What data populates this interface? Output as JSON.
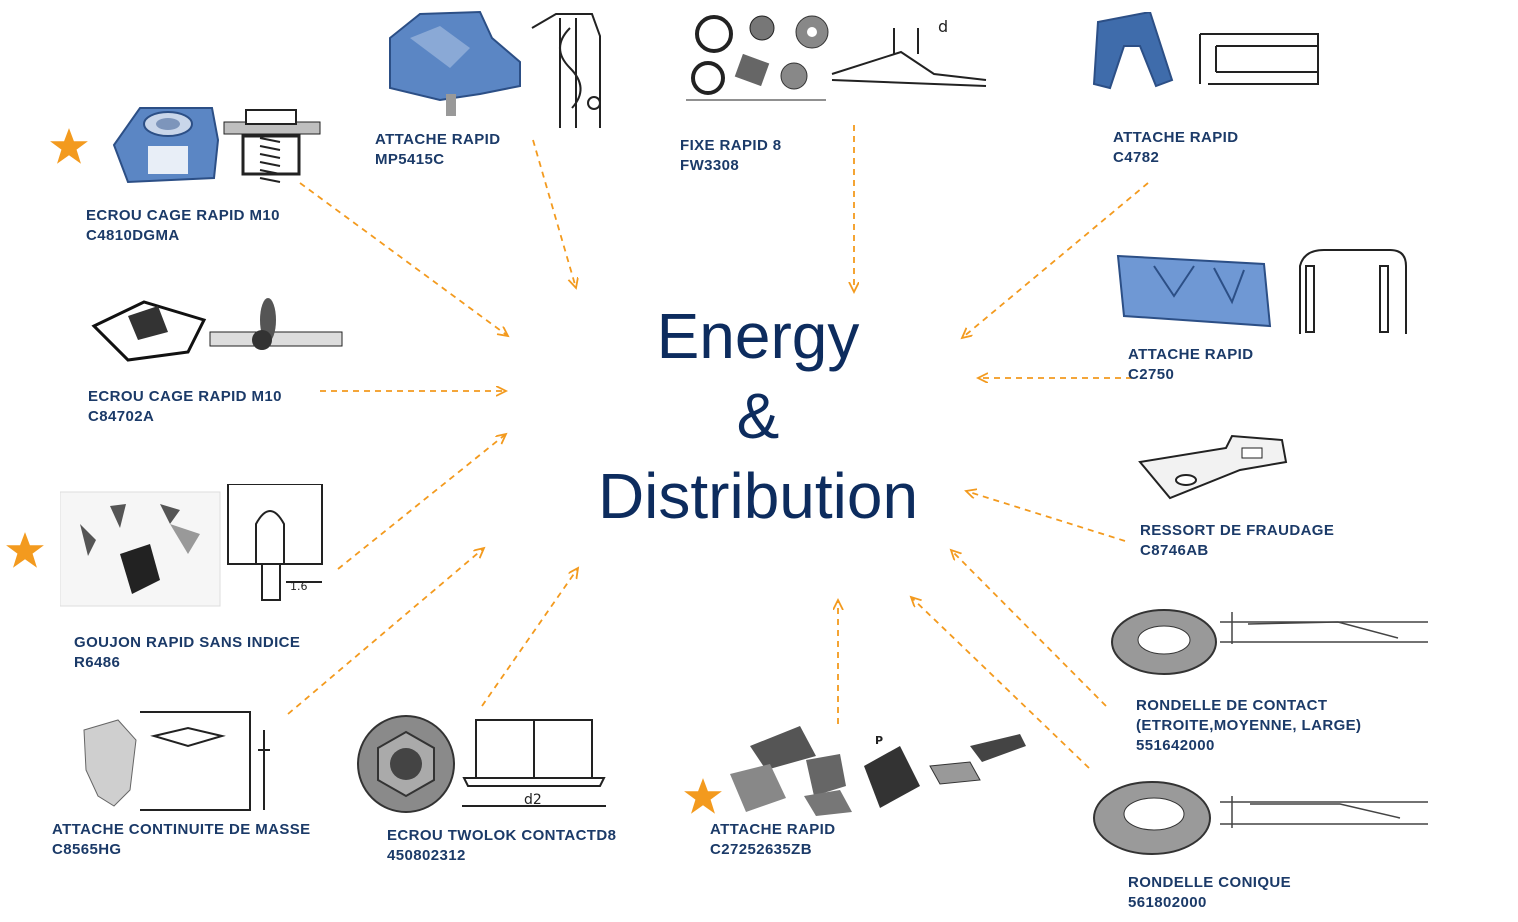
{
  "title": {
    "line1": "Energy",
    "line2": "&",
    "line3": "Distribution"
  },
  "colors": {
    "title": "#0d2c5e",
    "label": "#1b3a68",
    "arrow": "#f39a1e",
    "star": "#f39a1e",
    "part_blue": "#5b86c4"
  },
  "products": [
    {
      "name": "ECROU CAGE RAPID M10",
      "ref": "C4810DGMA",
      "starred": true
    },
    {
      "name": "ATTACHE RAPID",
      "ref": "MP5415C",
      "starred": false
    },
    {
      "name": "FIXE RAPID 8",
      "ref": "FW3308",
      "starred": false
    },
    {
      "name": "ATTACHE RAPID",
      "ref": "C4782",
      "starred": false
    },
    {
      "name": "ECROU CAGE RAPID M10",
      "ref": "C84702A",
      "starred": false
    },
    {
      "name": "ATTACHE RAPID",
      "ref": "C2750",
      "starred": false
    },
    {
      "name": "GOUJON RAPID  SANS INDICE",
      "ref": "R6486",
      "starred": true
    },
    {
      "name": "RESSORT DE FRAUDAGE",
      "ref": "C8746AB",
      "starred": false
    },
    {
      "name": "RONDELLE DE CONTACT",
      "name2": "(ETROITE,MOYENNE,  LARGE)",
      "ref": "551642000",
      "starred": false
    },
    {
      "name": "ATTACHE  CONTINUITE DE MASSE",
      "ref": "C8565HG",
      "starred": false
    },
    {
      "name": "ECROU TWOLOK CONTACTD8",
      "ref": "450802312",
      "starred": false
    },
    {
      "name": "ATTACHE RAPID",
      "ref": "C27252635ZB",
      "starred": true
    },
    {
      "name": "RONDELLE CONIQUE",
      "ref": "561802000",
      "starred": false
    }
  ],
  "drawing_labels": {
    "goujon_dim": "1.6",
    "twolok_dim": "d2",
    "attache_letter": "P",
    "fixe_dim": "d"
  }
}
